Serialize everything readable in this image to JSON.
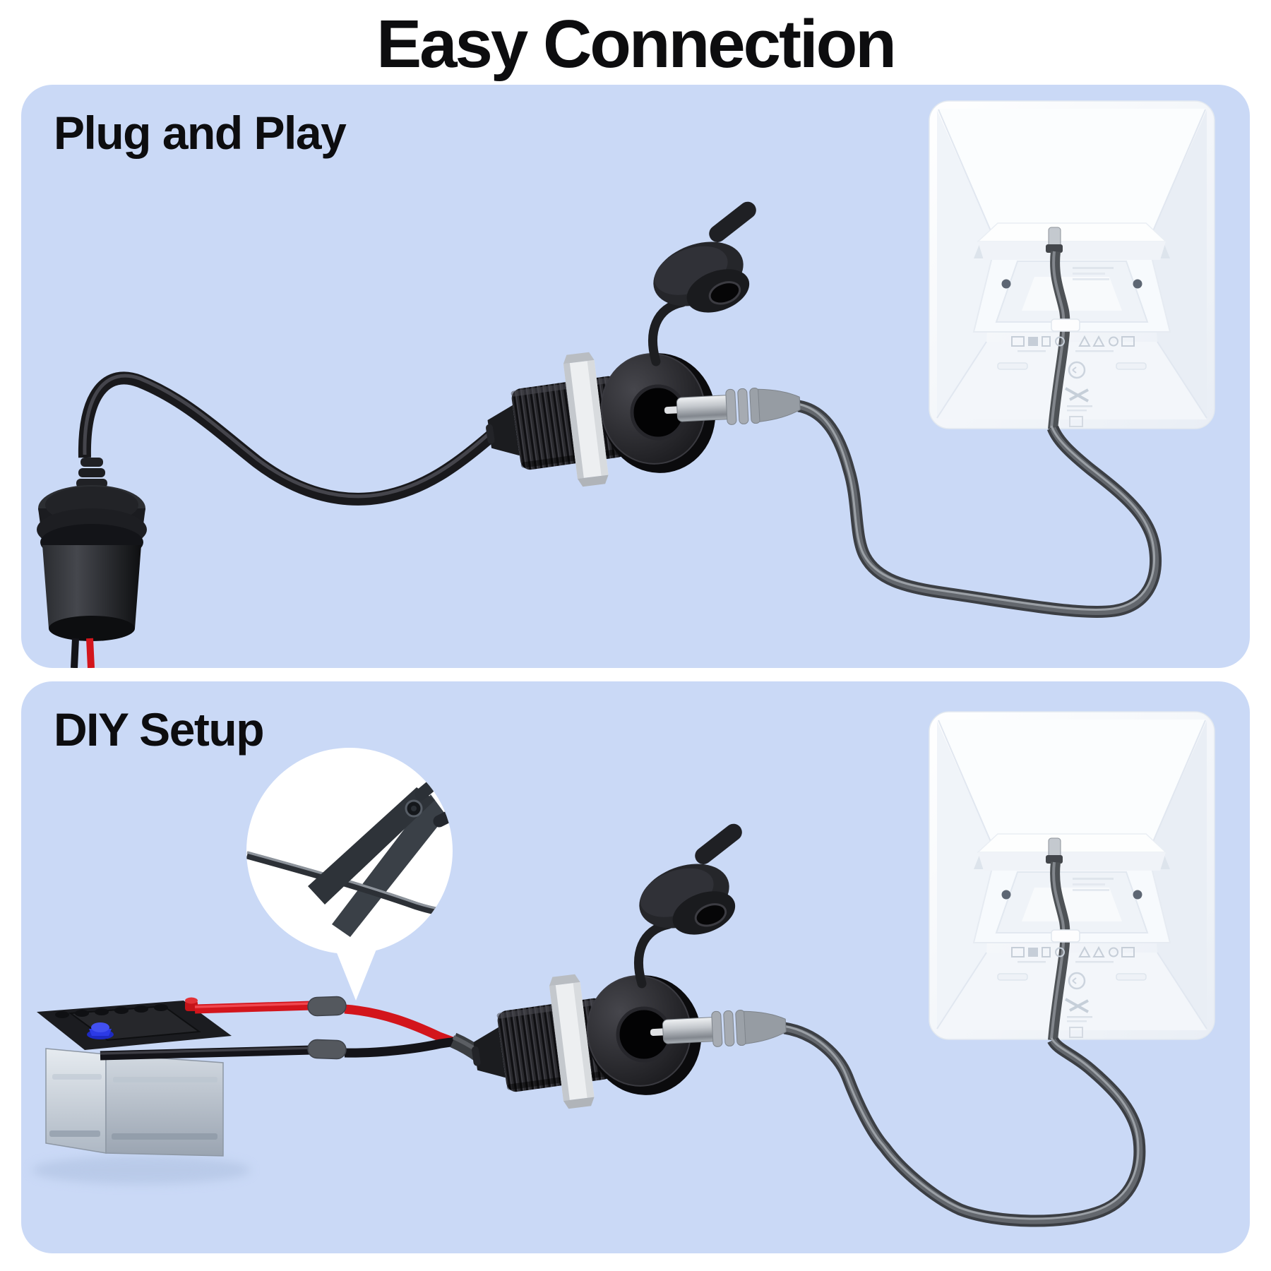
{
  "page": {
    "title": "Easy Connection"
  },
  "panels": [
    {
      "id": "plug-and-play",
      "heading": "Plug and Play"
    },
    {
      "id": "diy-setup",
      "heading": "DIY Setup"
    }
  ],
  "colors": {
    "panel_background": "#cad9f6",
    "page_background": "#ffffff",
    "heading_text": "#0d0d0f",
    "wire_red": "#d3151c",
    "wire_black": "#141419",
    "antenna_cable_gray": "#56595e",
    "dc_plug_silver": "#c7cbd0",
    "splice_sleeve_gray": "#54585e",
    "battery_body_gray": "#ccd4dd",
    "battery_terminal_blue": "#2c3ae6",
    "battery_terminal_red": "#cc1419",
    "antenna_white": "#f6f8fb",
    "connector_black": "#1d1d20"
  },
  "components": {
    "panel_1": [
      "socket-adapter",
      "black-power-cable",
      "flush-mount-connector",
      "rubber-dust-cap",
      "dc-plug",
      "gray-antenna-cable",
      "antenna-back"
    ],
    "panel_2": [
      "car-battery",
      "red-positive-wire",
      "black-negative-wire",
      "splice-sleeves",
      "wire-cutting-bubble",
      "scissors",
      "flush-mount-connector",
      "rubber-dust-cap",
      "dc-plug",
      "gray-antenna-cable",
      "antenna-back"
    ]
  }
}
